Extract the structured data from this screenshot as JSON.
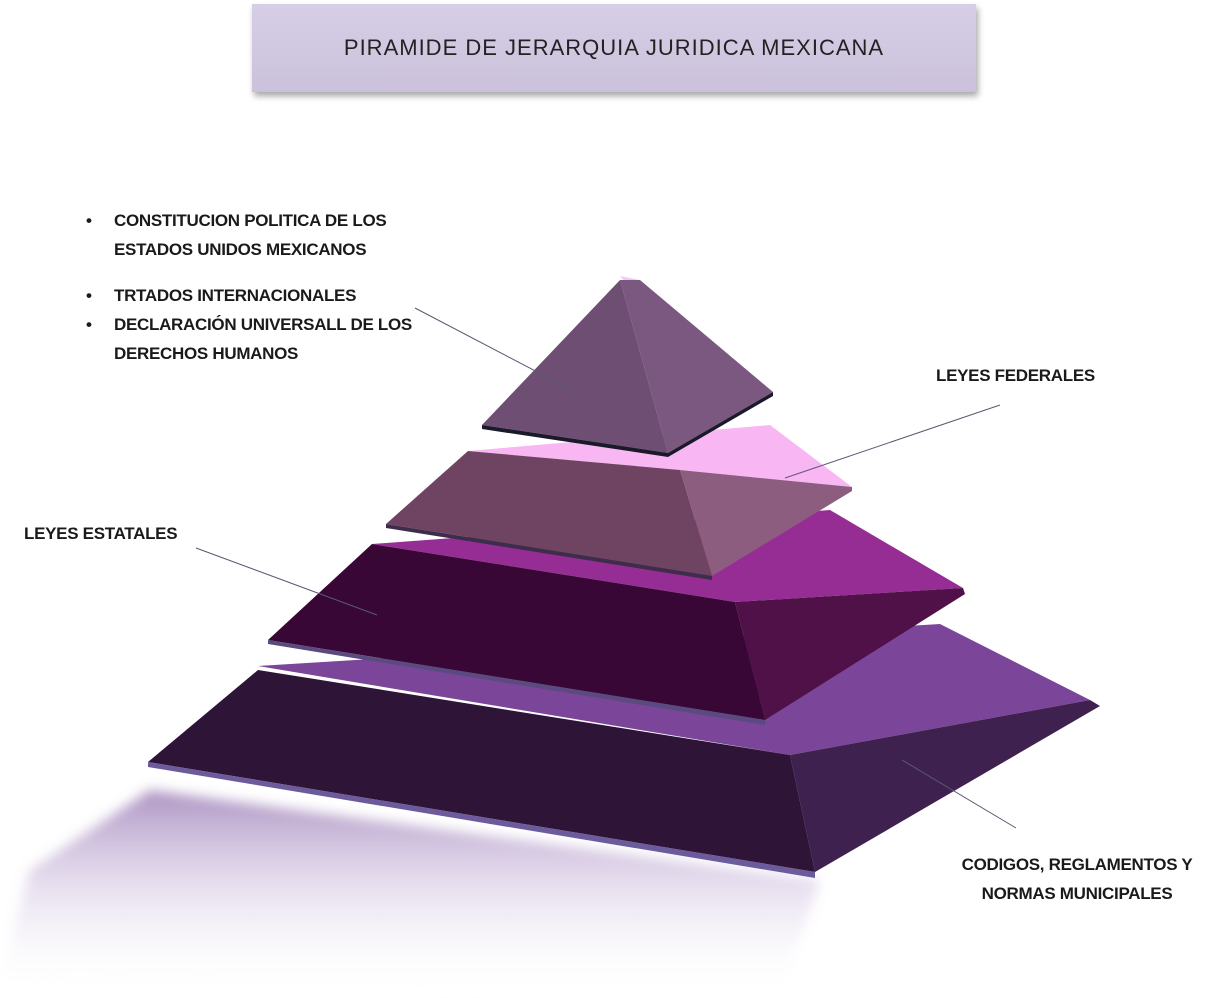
{
  "title": "PIRAMIDE DE JERARQUIA JURIDICA MEXICANA",
  "levels": {
    "top": [
      "CONSTITUCION POLITICA DE LOS ESTADOS UNIDOS MEXICANOS",
      "TRTADOS INTERNACIONALES",
      "DECLARACIÓN UNIVERSALL DE LOS DERECHOS HUMANOS"
    ],
    "second": "LEYES FEDERALES",
    "third": "LEYES ESTATALES",
    "base": [
      "CODIGOS, REGLAMENTOS Y",
      "NORMAS MUNICIPALES"
    ]
  },
  "colors": {
    "tier1_front": "#6e4f73",
    "tier1_right": "#7a587f",
    "tier2_front": "#6f4462",
    "tier2_right": "#8d5d80",
    "tier2_top": "#f8b6f3",
    "tier3_front": "#380735",
    "tier3_right": "#4f1148",
    "tier3_top": "#962d95",
    "tier4_front": "#2e1437",
    "tier4_right": "#3f2150",
    "tier4_top": "#7b4599"
  }
}
